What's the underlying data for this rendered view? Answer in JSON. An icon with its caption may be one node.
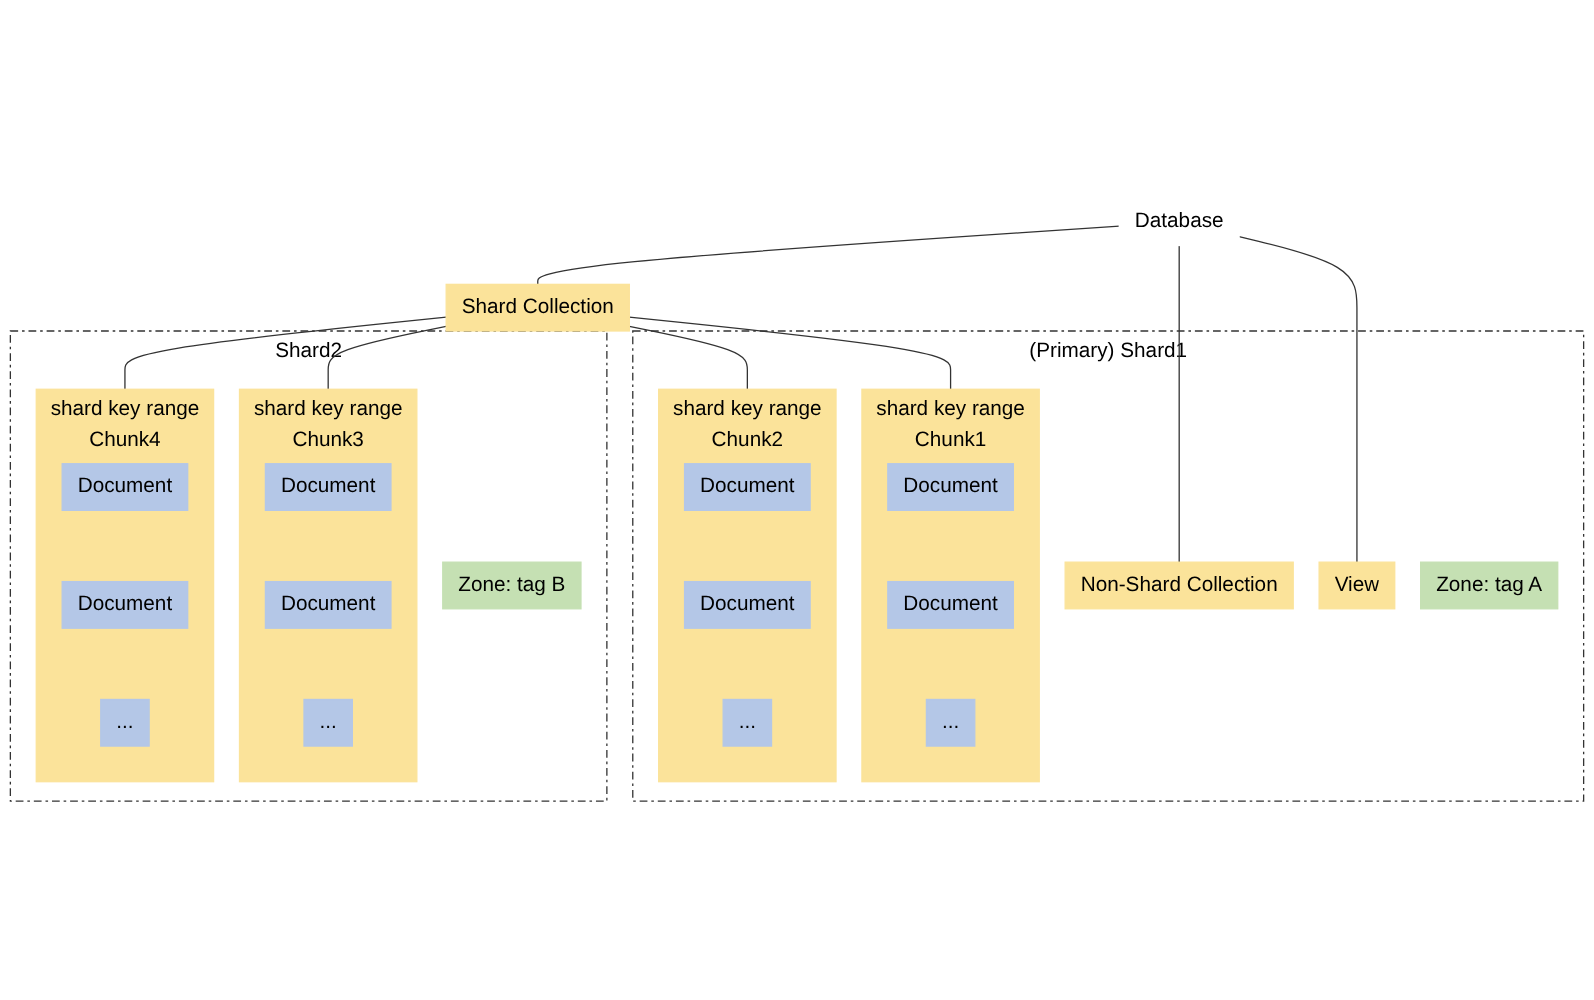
{
  "diagram": {
    "nodes": [
      {
        "text": [
          "Database"
        ]
      },
      {
        "text": [
          "(Primary) Shard1"
        ]
      },
      {
        "text": [
          "Shard2"
        ]
      },
      {
        "text": [
          "Non-Shard Collection"
        ],
        "in": 1
      },
      {
        "text": [
          "Shard Collection"
        ]
      },
      {
        "text": [
          "Chunk1"
        ],
        "in": 1,
        "beside": [
          "shard key range"
        ]
      },
      {
        "text": [
          "Document"
        ],
        "in": 5
      },
      {
        "text": [
          "Document"
        ],
        "in": 5
      },
      {
        "text": [
          "..."
        ],
        "in": 5
      },
      {
        "text": [
          "Chunk2"
        ],
        "in": 1,
        "beside": [
          "shard key range"
        ]
      },
      {
        "text": [
          "Document"
        ],
        "in": 9
      },
      {
        "text": [
          "Document"
        ],
        "in": 9
      },
      {
        "text": [
          "..."
        ],
        "in": 9
      },
      {
        "text": [
          "Chunk3"
        ],
        "in": 2,
        "beside": [
          "shard key range"
        ]
      },
      {
        "text": [
          "Document"
        ],
        "in": 13
      },
      {
        "text": [
          "Document"
        ],
        "in": 13
      },
      {
        "text": [
          "..."
        ],
        "in": 13
      },
      {
        "text": [
          "Chunk4"
        ],
        "in": 2,
        "beside": [
          "shard key range"
        ]
      },
      {
        "text": [
          "Document"
        ],
        "in": 17
      },
      {
        "text": [
          "Document"
        ],
        "in": 17
      },
      {
        "text": [
          "..."
        ],
        "in": 17
      },
      {
        "text": [
          "View"
        ],
        "in": 1
      },
      {
        "text": [
          "Zone: tag A"
        ],
        "in": 1
      },
      {
        "text": [
          "Zone: tag B"
        ],
        "in": 2
      }
    ],
    "edges": [
      {
        "from": 0,
        "to": 3,
        "arrow": "none"
      },
      {
        "from": 0,
        "to": 4,
        "arrow": "none"
      },
      {
        "from": 0,
        "to": 21,
        "arrow": "none"
      },
      {
        "from": 4,
        "to": 5,
        "arrow": "none"
      },
      {
        "from": 4,
        "to": 9,
        "arrow": "none"
      },
      {
        "from": 4,
        "to": 13,
        "arrow": "none"
      },
      {
        "from": 4,
        "to": 17,
        "arrow": "none"
      }
    ]
  }
}
